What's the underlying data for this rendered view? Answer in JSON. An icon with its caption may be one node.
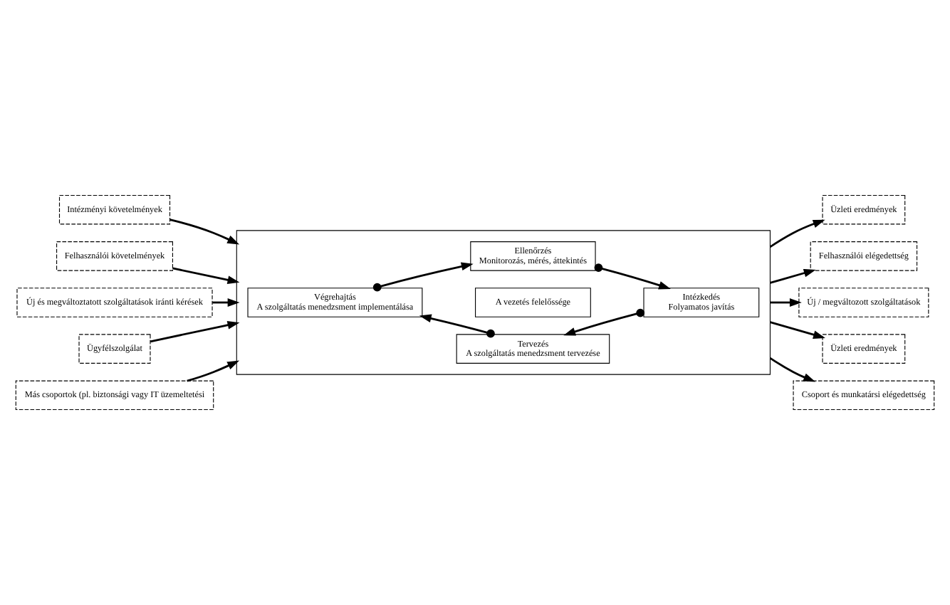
{
  "diagram": {
    "nodes": [
      {
        "text": [
          "Intézményi követelmények"
        ]
      },
      {
        "text": [
          "Felhasználói követelmények"
        ]
      },
      {
        "text": [
          "Új és megváltoztatott szolgáltatások iránti kérések"
        ]
      },
      {
        "text": [
          "Ügyfélszolgálat"
        ]
      },
      {
        "text": [
          "Más csoportok (pl. biztonsági vagy IT üzemeltetési"
        ]
      },
      {
        "text": [],
        "shape": "box"
      },
      {
        "text": [
          "A vezetés felelőssége"
        ],
        "in": 5
      },
      {
        "text": [
          "Tervezés",
          "A szolgáltatás menedzsment tervezése"
        ],
        "in": 5
      },
      {
        "text": [
          "Végrehajtás",
          "A szolgáltatás menedzsment implementálása"
        ],
        "in": 5
      },
      {
        "text": [
          "Intézkedés",
          "Folyamatos javítás"
        ],
        "in": 5
      },
      {
        "text": [
          "Ellenőrzés",
          "Monitorozás, mérés, áttekintés"
        ],
        "in": 5
      },
      {
        "text": [
          "Üzleti eredmények"
        ]
      },
      {
        "text": [
          "Felhasználói elégedettség"
        ]
      },
      {
        "text": [
          "Új / megváltozott szolgáltatások"
        ]
      },
      {
        "text": [
          "Üzleti eredmények"
        ]
      },
      {
        "text": [
          "Csoport és munkatársi elégedettség"
        ]
      }
    ],
    "edges": [
      {
        "from": 0,
        "to": 5,
        "arrow": "to"
      },
      {
        "from": 1,
        "to": 5,
        "arrow": "to"
      },
      {
        "from": 2,
        "to": 5,
        "arrow": "to"
      },
      {
        "from": 3,
        "to": 5,
        "arrow": "to"
      },
      {
        "from": 4,
        "to": 5,
        "arrow": "to"
      },
      {
        "from": 7,
        "to": 8,
        "arrow": "to"
      },
      {
        "from": 8,
        "to": 10,
        "arrow": "to"
      },
      {
        "from": 10,
        "to": 9,
        "arrow": "to"
      },
      {
        "from": 9,
        "to": 7,
        "arrow": "to"
      },
      {
        "from": 5,
        "to": 11,
        "arrow": "to"
      },
      {
        "from": 5,
        "to": 12,
        "arrow": "to"
      },
      {
        "from": 5,
        "to": 13,
        "arrow": "to"
      },
      {
        "from": 5,
        "to": 14,
        "arrow": "to"
      },
      {
        "from": 5,
        "to": 15,
        "arrow": "to"
      }
    ]
  }
}
